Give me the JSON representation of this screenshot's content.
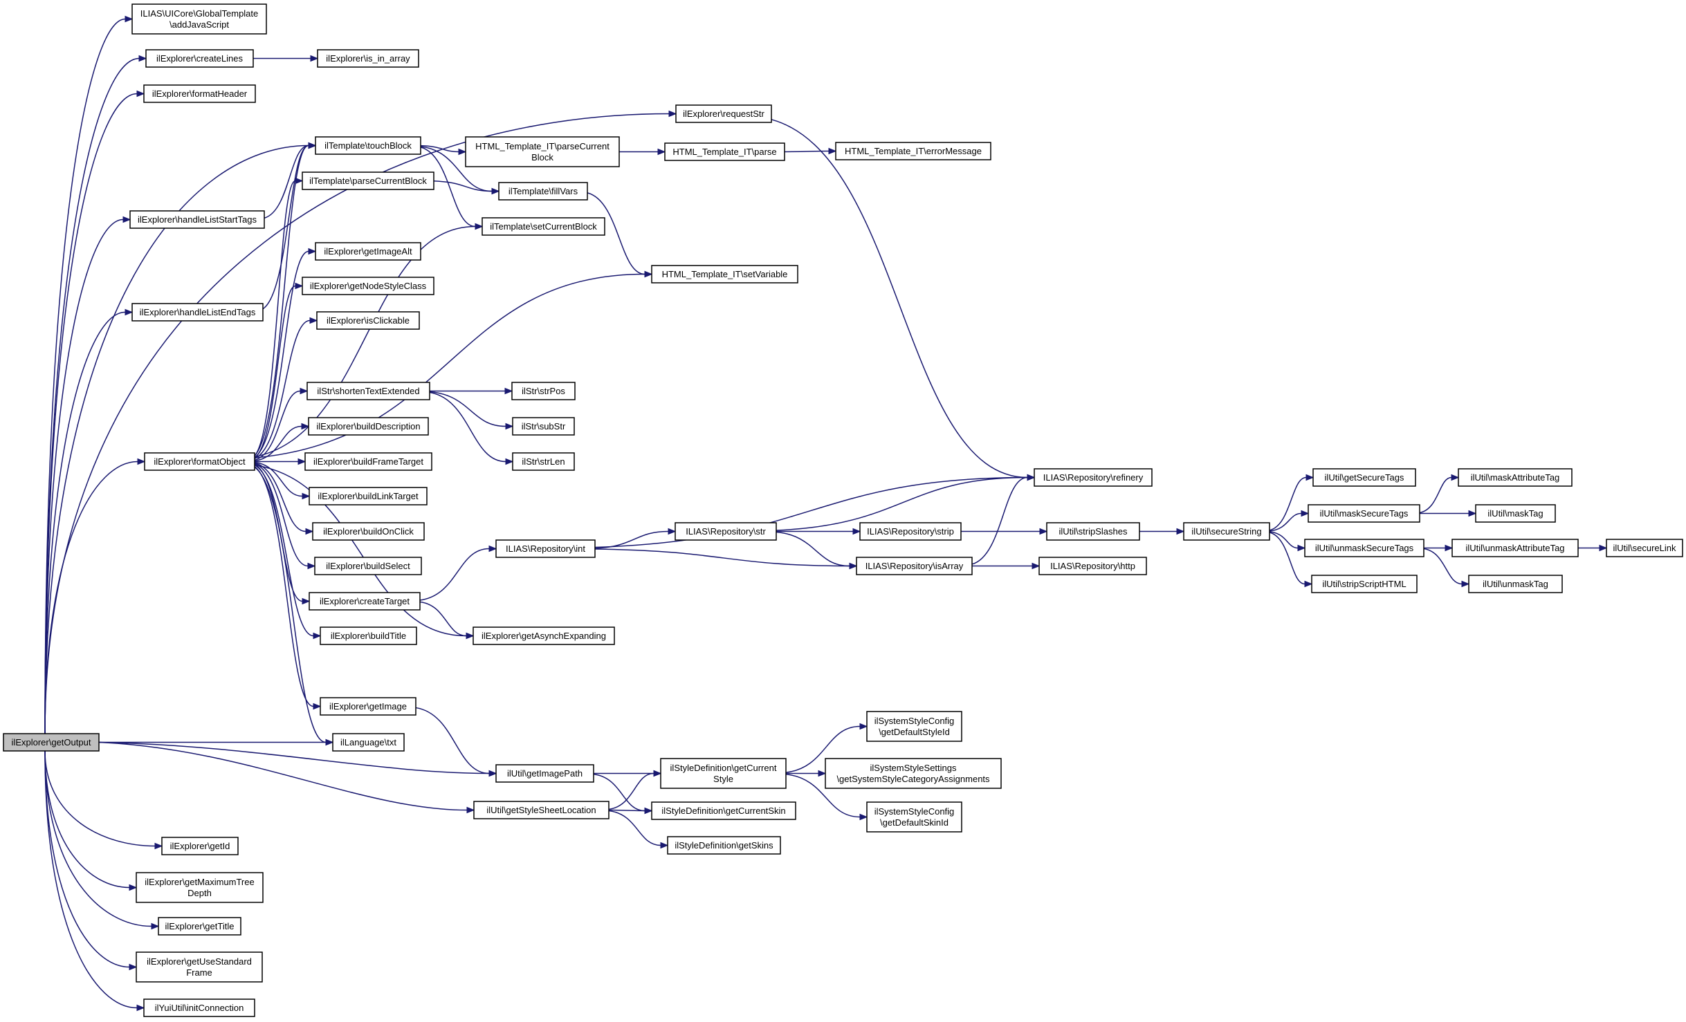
{
  "colors": {
    "edge": "#191970",
    "node_border": "#000000",
    "root_fill": "#bfbfbf",
    "node_fill": "#ffffff"
  },
  "nodes": [
    {
      "id": "getOutput",
      "lines": [
        "ilExplorer\\getOutput"
      ],
      "root": true
    },
    {
      "id": "addJavaScript",
      "lines": [
        "ILIAS\\UICore\\GlobalTemplate",
        "\\addJavaScript"
      ]
    },
    {
      "id": "createLines",
      "lines": [
        "ilExplorer\\createLines"
      ]
    },
    {
      "id": "is_in_array",
      "lines": [
        "ilExplorer\\is_in_array"
      ]
    },
    {
      "id": "formatHeader",
      "lines": [
        "ilExplorer\\formatHeader"
      ]
    },
    {
      "id": "requestStr",
      "lines": [
        "ilExplorer\\requestStr"
      ]
    },
    {
      "id": "touchBlock",
      "lines": [
        "ilTemplate\\touchBlock"
      ]
    },
    {
      "id": "htmlParseCurrentBlock",
      "lines": [
        "HTML_Template_IT\\parseCurrent",
        "Block"
      ]
    },
    {
      "id": "htmlParse",
      "lines": [
        "HTML_Template_IT\\parse"
      ]
    },
    {
      "id": "errorMessage",
      "lines": [
        "HTML_Template_IT\\errorMessage"
      ]
    },
    {
      "id": "tplParseCurrentBlock",
      "lines": [
        "ilTemplate\\parseCurrentBlock"
      ]
    },
    {
      "id": "fillVars",
      "lines": [
        "ilTemplate\\fillVars"
      ]
    },
    {
      "id": "handleListStartTags",
      "lines": [
        "ilExplorer\\handleListStartTags"
      ]
    },
    {
      "id": "setCurrentBlock",
      "lines": [
        "ilTemplate\\setCurrentBlock"
      ]
    },
    {
      "id": "getImageAlt",
      "lines": [
        "ilExplorer\\getImageAlt"
      ]
    },
    {
      "id": "setVariable",
      "lines": [
        "HTML_Template_IT\\setVariable"
      ]
    },
    {
      "id": "getNodeStyleClass",
      "lines": [
        "ilExplorer\\getNodeStyleClass"
      ]
    },
    {
      "id": "handleListEndTags",
      "lines": [
        "ilExplorer\\handleListEndTags"
      ]
    },
    {
      "id": "isClickable",
      "lines": [
        "ilExplorer\\isClickable"
      ]
    },
    {
      "id": "shortenTextExtended",
      "lines": [
        "ilStr\\shortenTextExtended"
      ]
    },
    {
      "id": "strPos",
      "lines": [
        "ilStr\\strPos"
      ]
    },
    {
      "id": "buildDescription",
      "lines": [
        "ilExplorer\\buildDescription"
      ]
    },
    {
      "id": "subStr",
      "lines": [
        "ilStr\\subStr"
      ]
    },
    {
      "id": "formatObject",
      "lines": [
        "ilExplorer\\formatObject"
      ]
    },
    {
      "id": "buildFrameTarget",
      "lines": [
        "ilExplorer\\buildFrameTarget"
      ]
    },
    {
      "id": "strLen",
      "lines": [
        "ilStr\\strLen"
      ]
    },
    {
      "id": "refinery",
      "lines": [
        "ILIAS\\Repository\\refinery"
      ]
    },
    {
      "id": "getSecureTags",
      "lines": [
        "ilUtil\\getSecureTags"
      ]
    },
    {
      "id": "maskAttributeTag",
      "lines": [
        "ilUtil\\maskAttributeTag"
      ]
    },
    {
      "id": "buildLinkTarget",
      "lines": [
        "ilExplorer\\buildLinkTarget"
      ]
    },
    {
      "id": "maskSecureTags",
      "lines": [
        "ilUtil\\maskSecureTags"
      ]
    },
    {
      "id": "maskTag",
      "lines": [
        "ilUtil\\maskTag"
      ]
    },
    {
      "id": "buildOnClick",
      "lines": [
        "ilExplorer\\buildOnClick"
      ]
    },
    {
      "id": "repoStr",
      "lines": [
        "ILIAS\\Repository\\str"
      ]
    },
    {
      "id": "repoStrip",
      "lines": [
        "ILIAS\\Repository\\strip"
      ]
    },
    {
      "id": "stripSlashes",
      "lines": [
        "ilUtil\\stripSlashes"
      ]
    },
    {
      "id": "secureString",
      "lines": [
        "ilUtil\\secureString"
      ]
    },
    {
      "id": "repoInt",
      "lines": [
        "ILIAS\\Repository\\int"
      ]
    },
    {
      "id": "unmaskSecureTags",
      "lines": [
        "ilUtil\\unmaskSecureTags"
      ]
    },
    {
      "id": "unmaskAttributeTag",
      "lines": [
        "ilUtil\\unmaskAttributeTag"
      ]
    },
    {
      "id": "secureLink",
      "lines": [
        "ilUtil\\secureLink"
      ]
    },
    {
      "id": "buildSelect",
      "lines": [
        "ilExplorer\\buildSelect"
      ]
    },
    {
      "id": "isArray",
      "lines": [
        "ILIAS\\Repository\\isArray"
      ]
    },
    {
      "id": "http",
      "lines": [
        "ILIAS\\Repository\\http"
      ]
    },
    {
      "id": "stripScriptHTML",
      "lines": [
        "ilUtil\\stripScriptHTML"
      ]
    },
    {
      "id": "unmaskTag",
      "lines": [
        "ilUtil\\unmaskTag"
      ]
    },
    {
      "id": "createTarget",
      "lines": [
        "ilExplorer\\createTarget"
      ]
    },
    {
      "id": "buildTitle",
      "lines": [
        "ilExplorer\\buildTitle"
      ]
    },
    {
      "id": "getAsynchExpanding",
      "lines": [
        "ilExplorer\\getAsynchExpanding"
      ]
    },
    {
      "id": "getImage",
      "lines": [
        "ilExplorer\\getImage"
      ]
    },
    {
      "id": "getDefaultStyleId",
      "lines": [
        "ilSystemStyleConfig",
        "\\getDefaultStyleId"
      ]
    },
    {
      "id": "languageTxt",
      "lines": [
        "ilLanguage\\txt"
      ]
    },
    {
      "id": "getImagePath",
      "lines": [
        "ilUtil\\getImagePath"
      ]
    },
    {
      "id": "getCurrentStyle",
      "lines": [
        "ilStyleDefinition\\getCurrent",
        "Style"
      ]
    },
    {
      "id": "getSystemStyleCategoryAssignments",
      "lines": [
        "ilSystemStyleSettings",
        "\\getSystemStyleCategoryAssignments"
      ]
    },
    {
      "id": "getStyleSheetLocation",
      "lines": [
        "ilUtil\\getStyleSheetLocation"
      ]
    },
    {
      "id": "getCurrentSkin",
      "lines": [
        "ilStyleDefinition\\getCurrentSkin"
      ]
    },
    {
      "id": "getDefaultSkinId",
      "lines": [
        "ilSystemStyleConfig",
        "\\getDefaultSkinId"
      ]
    },
    {
      "id": "getSkins",
      "lines": [
        "ilStyleDefinition\\getSkins"
      ]
    },
    {
      "id": "getId",
      "lines": [
        "ilExplorer\\getId"
      ]
    },
    {
      "id": "getMaximumTreeDepth",
      "lines": [
        "ilExplorer\\getMaximumTree",
        "Depth"
      ]
    },
    {
      "id": "getTitle",
      "lines": [
        "ilExplorer\\getTitle"
      ]
    },
    {
      "id": "getUseStandardFrame",
      "lines": [
        "ilExplorer\\getUseStandard",
        "Frame"
      ]
    },
    {
      "id": "initConnection",
      "lines": [
        "ilYuiUtil\\initConnection"
      ]
    }
  ],
  "edges": [
    [
      "getOutput",
      "addJavaScript"
    ],
    [
      "getOutput",
      "createLines"
    ],
    [
      "getOutput",
      "formatHeader"
    ],
    [
      "getOutput",
      "requestStr"
    ],
    [
      "getOutput",
      "handleListStartTags"
    ],
    [
      "getOutput",
      "handleListEndTags"
    ],
    [
      "getOutput",
      "formatObject"
    ],
    [
      "getOutput",
      "languageTxt"
    ],
    [
      "getOutput",
      "getImagePath"
    ],
    [
      "getOutput",
      "getStyleSheetLocation"
    ],
    [
      "getOutput",
      "getId"
    ],
    [
      "getOutput",
      "getMaximumTreeDepth"
    ],
    [
      "getOutput",
      "getTitle"
    ],
    [
      "getOutput",
      "getUseStandardFrame"
    ],
    [
      "getOutput",
      "initConnection"
    ],
    [
      "getOutput",
      "touchBlock"
    ],
    [
      "createLines",
      "is_in_array"
    ],
    [
      "requestStr",
      "refinery"
    ],
    [
      "handleListStartTags",
      "touchBlock"
    ],
    [
      "handleListEndTags",
      "touchBlock"
    ],
    [
      "touchBlock",
      "htmlParseCurrentBlock"
    ],
    [
      "touchBlock",
      "fillVars"
    ],
    [
      "touchBlock",
      "setCurrentBlock"
    ],
    [
      "htmlParseCurrentBlock",
      "htmlParse"
    ],
    [
      "htmlParse",
      "errorMessage"
    ],
    [
      "tplParseCurrentBlock",
      "fillVars"
    ],
    [
      "fillVars",
      "setVariable"
    ],
    [
      "formatObject",
      "touchBlock"
    ],
    [
      "formatObject",
      "tplParseCurrentBlock"
    ],
    [
      "formatObject",
      "setCurrentBlock"
    ],
    [
      "formatObject",
      "getImageAlt"
    ],
    [
      "formatObject",
      "getNodeStyleClass"
    ],
    [
      "formatObject",
      "isClickable"
    ],
    [
      "formatObject",
      "setVariable"
    ],
    [
      "formatObject",
      "shortenTextExtended"
    ],
    [
      "formatObject",
      "buildDescription"
    ],
    [
      "formatObject",
      "buildFrameTarget"
    ],
    [
      "formatObject",
      "buildLinkTarget"
    ],
    [
      "formatObject",
      "buildOnClick"
    ],
    [
      "formatObject",
      "buildSelect"
    ],
    [
      "formatObject",
      "createTarget"
    ],
    [
      "formatObject",
      "buildTitle"
    ],
    [
      "formatObject",
      "getAsynchExpanding"
    ],
    [
      "formatObject",
      "getImage"
    ],
    [
      "formatObject",
      "languageTxt"
    ],
    [
      "shortenTextExtended",
      "strPos"
    ],
    [
      "shortenTextExtended",
      "subStr"
    ],
    [
      "shortenTextExtended",
      "strLen"
    ],
    [
      "createTarget",
      "repoInt"
    ],
    [
      "createTarget",
      "getAsynchExpanding"
    ],
    [
      "repoInt",
      "refinery"
    ],
    [
      "repoInt",
      "repoStr"
    ],
    [
      "repoInt",
      "isArray"
    ],
    [
      "repoStr",
      "refinery"
    ],
    [
      "repoStr",
      "repoStrip"
    ],
    [
      "repoStr",
      "isArray"
    ],
    [
      "repoStrip",
      "stripSlashes"
    ],
    [
      "isArray",
      "refinery"
    ],
    [
      "isArray",
      "http"
    ],
    [
      "stripSlashes",
      "secureString"
    ],
    [
      "secureString",
      "getSecureTags"
    ],
    [
      "secureString",
      "maskSecureTags"
    ],
    [
      "secureString",
      "unmaskSecureTags"
    ],
    [
      "secureString",
      "stripScriptHTML"
    ],
    [
      "maskSecureTags",
      "maskAttributeTag"
    ],
    [
      "maskSecureTags",
      "maskTag"
    ],
    [
      "unmaskSecureTags",
      "unmaskAttributeTag"
    ],
    [
      "unmaskSecureTags",
      "unmaskTag"
    ],
    [
      "unmaskAttributeTag",
      "secureLink"
    ],
    [
      "getImage",
      "getImagePath"
    ],
    [
      "getImagePath",
      "getCurrentStyle"
    ],
    [
      "getImagePath",
      "getCurrentSkin"
    ],
    [
      "getCurrentStyle",
      "getDefaultStyleId"
    ],
    [
      "getCurrentStyle",
      "getSystemStyleCategoryAssignments"
    ],
    [
      "getCurrentStyle",
      "getDefaultSkinId"
    ],
    [
      "getStyleSheetLocation",
      "getCurrentStyle"
    ],
    [
      "getStyleSheetLocation",
      "getCurrentSkin"
    ],
    [
      "getStyleSheetLocation",
      "getSkins"
    ]
  ]
}
